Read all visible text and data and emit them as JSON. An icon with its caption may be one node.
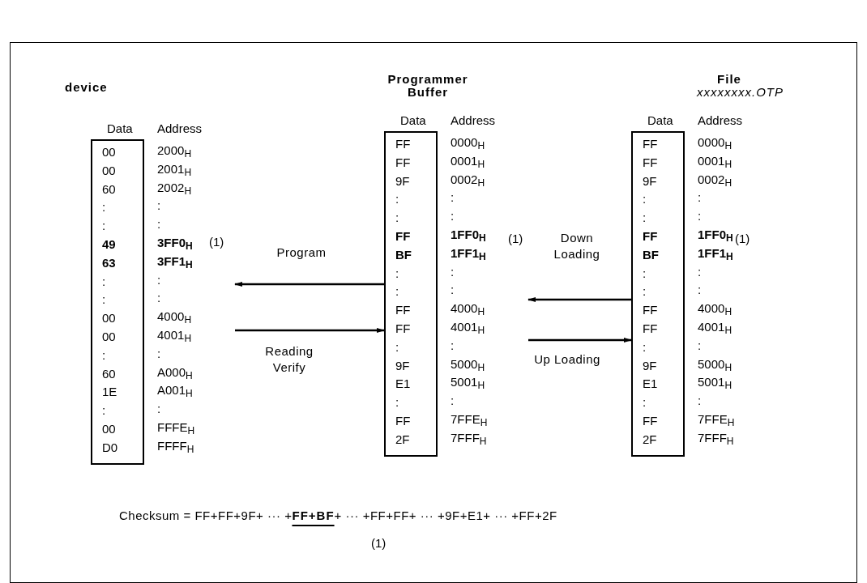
{
  "diagram": {
    "nodes": [
      {
        "text": [
          "Data",
          "00",
          "00",
          "60",
          ":",
          ":",
          "49",
          "63",
          ":",
          ":",
          "00",
          "00",
          ":",
          "60",
          "1E",
          ":",
          "00",
          "D0"
        ],
        "beside": [
          "Address",
          "2000$_{H}$",
          "2001$_{H}$",
          "2002$_{H}$",
          ":",
          ":",
          "3FF0$_{H}$",
          "3FF1$_{H}$",
          ":",
          ":",
          "4000$_{H}$",
          "4001$_{H}$",
          ":",
          "A000$_{H}$",
          "A001$_{H}$",
          ":",
          "FFFE$_{H}$",
          "FFFF$_{H}$"
        ]
      },
      {
        "text": [
          "Data",
          "FF",
          "FF",
          "9F",
          ":",
          ":",
          "FF",
          "BF",
          ":",
          ":",
          "FF",
          "FF",
          ":",
          "9F",
          "E1",
          ":",
          "FF",
          "2F"
        ],
        "beside": [
          "Address",
          "0000$_{H}$",
          "0001$_{H}$",
          "0002$_{H}$",
          ":",
          ":",
          "1FF0$_{H}$",
          "1FF1$_{H}$",
          ":",
          ":",
          "4000$_{H}$",
          "4001$_{H}$",
          ":",
          "5000$_{H}$",
          "5001$_{H}$",
          ":",
          "7FFE$_{H}$",
          "7FFF$_{H}$"
        ]
      },
      {
        "text": [
          "Data",
          "FF",
          "FF",
          "9F",
          ":",
          ":",
          "FF",
          "BF",
          ":",
          ":",
          "FF",
          "FF",
          ":",
          "9F",
          "E1",
          ":",
          "FF",
          "2F"
        ],
        "beside": [
          "Address",
          "0000$_{H}$",
          "0001$_{H}$",
          "0002$_{H}$",
          ":",
          ":",
          "1FF0$_{H}$",
          "1FF1$_{H}$",
          ":",
          ":",
          "4000$_{H}$",
          "4001$_{H}$",
          ":",
          "5000$_{H}$",
          "5001$_{H}$",
          ":",
          "7FFE$_{H}$",
          "7FFF$_{H}$"
        ]
      }
    ],
    "edges": [
      {
        "from": 1,
        "to": 0,
        "arrow": "to",
        "label": "Program"
      },
      {
        "from": 0,
        "to": 1,
        "arrow": "to",
        "label": "Reading Verify"
      },
      {
        "from": 2,
        "to": 1,
        "arrow": "to",
        "label": "Down Loading"
      },
      {
        "from": 1,
        "to": 2,
        "arrow": "to",
        "label": "Up Loading"
      }
    ],
    "labels": [
      "device",
      "Programmer Buffer",
      "File",
      "xxxxxxxx.OTP",
      "(1)",
      "(1)",
      "(1)",
      "Checksum = FF+FF+9F+ ··· +**FF+BF**+ ··· +FF+FF+ ··· +9F+E1+ ··· +FF+2F",
      "(1)"
    ]
  }
}
